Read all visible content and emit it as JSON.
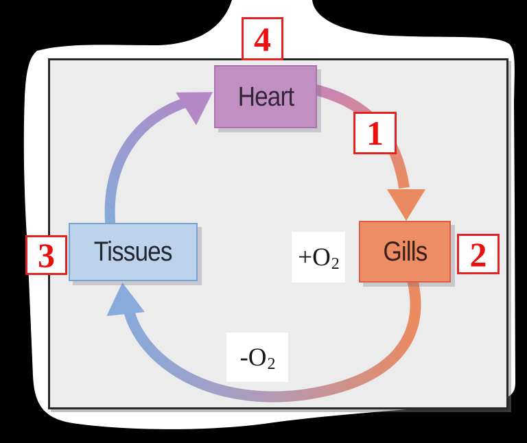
{
  "figure": {
    "description": "Single-loop circulation cycle diagram",
    "colors": {
      "outer_background": "#000000",
      "paper": "#ffffff",
      "panel_fill": "#ececec",
      "panel_border": "#262626",
      "marker_red": "#ea1010",
      "heart_fill": "#c18fc1",
      "heart_border": "#a873ae",
      "gills_fill": "#ec8d66",
      "gills_border": "#de5c44",
      "tissues_fill": "#bdd3ec",
      "tissues_border": "#76a3d4",
      "arrow_pink": "#c986b3",
      "arrow_orange": "#e98a61",
      "arrow_blue": "#87a9da",
      "arrow_purple": "#b287c6"
    }
  },
  "nodes": [
    {
      "id": "heart",
      "label": "Heart"
    },
    {
      "id": "gills",
      "label": "Gills"
    },
    {
      "id": "tissues",
      "label": "Tissues"
    }
  ],
  "markers": [
    {
      "number": "1",
      "near": "arrow heart to gills"
    },
    {
      "number": "2",
      "near": "gills box"
    },
    {
      "number": "3",
      "near": "tissues box"
    },
    {
      "number": "4",
      "near": "heart box"
    }
  ],
  "gas_labels": [
    {
      "text": "+O",
      "sub": "2",
      "near": "gills"
    },
    {
      "text": "-O",
      "sub": "2",
      "near": "arrow gills to tissues"
    }
  ],
  "arrows": [
    {
      "from": "Heart",
      "to": "Gills"
    },
    {
      "from": "Gills",
      "to": "Tissues"
    },
    {
      "from": "Tissues",
      "to": "Heart"
    }
  ]
}
